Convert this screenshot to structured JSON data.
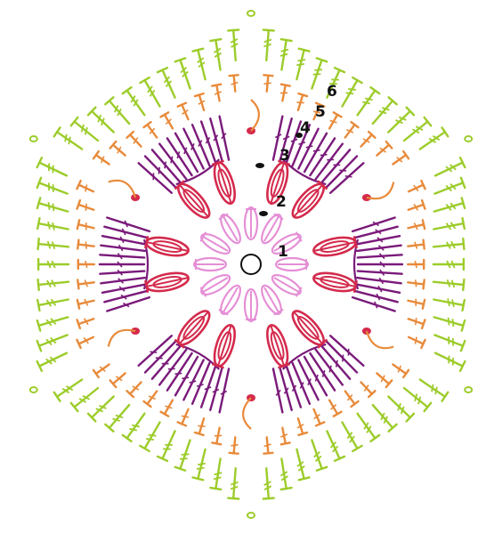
{
  "diagram": {
    "labels": [
      {
        "round": 1,
        "text": "1"
      },
      {
        "round": 2,
        "text": "2"
      },
      {
        "round": 3,
        "text": "3"
      },
      {
        "round": 4,
        "text": "4"
      },
      {
        "round": 5,
        "text": "5"
      },
      {
        "round": 6,
        "text": "6"
      }
    ],
    "colors": {
      "round1": "#e58fd6",
      "round2": "#d42a4c",
      "round3": "#d42a4c",
      "round4": "#7a1a7a",
      "round5": "#e88a3a",
      "round6": "#9ccc2a",
      "ring": "#111111",
      "background": "#ffffff"
    },
    "symbols": {
      "center": "magic-ring-icon",
      "round1": "double-crochet-cluster-icon",
      "round2": "treble-cluster-icon",
      "round3": "chain-stitch-icon",
      "round4": "treble-fan-icon",
      "round5": "half-double-crochet-icon",
      "round6": "treble-crochet-icon"
    }
  }
}
